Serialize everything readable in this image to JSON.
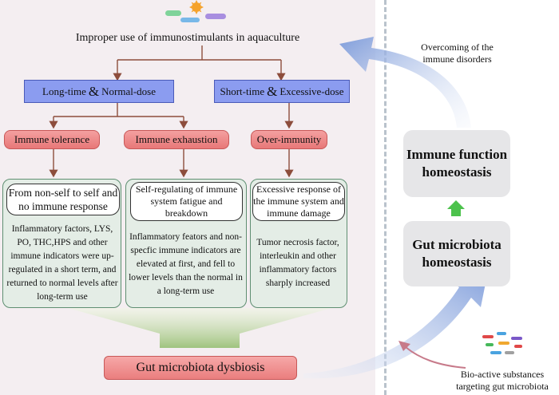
{
  "title": "Improper use of immunostimulants in aquaculture",
  "branches": {
    "long": {
      "left": "Long-time",
      "amp": "&",
      "right": "Normal-dose"
    },
    "short": {
      "left": "Short-time",
      "amp": "&",
      "right": "Excessive-dose"
    }
  },
  "outcomes": [
    "Immune tolerance",
    "Immune exhaustion",
    "Over-immunity"
  ],
  "panels": [
    {
      "heading": "From non-self to self and no immune response",
      "text": "Inflammatory factors, LYS, PO, THC,HPS and other immune indicators were up-regulated in a short term, and returned to normal levels after long-term use"
    },
    {
      "heading": "Self-regulating of immune system fatigue and breakdown",
      "text": "Inflammatory feators and non-specfic immune indicators are elevated at first, and fell to lower levels than the normal in a long-term use"
    },
    {
      "heading": "Excessive response of the immune system and immune damage",
      "text": "Tumor necrosis factor, interleukin and other inflammatory factors sharply increased"
    }
  ],
  "result": "Gut microbiota dysbiosis",
  "right": {
    "immune_box": "Immune function homeostasis",
    "gut_box": "Gut microbiota homeostasis",
    "overcome": "Overcoming of the immune disorders",
    "bioactive": "Bio-active substances targeting gut microbiota"
  },
  "colors": {
    "background_left": "#f4eef1",
    "blue_box": "#8b9cf0",
    "red_box": "#ec8484",
    "panel": "#e4ede6",
    "arrow": "#8d4d3c",
    "green_arrow": "#4cc24c",
    "big_arrow": "#8aa6de"
  }
}
